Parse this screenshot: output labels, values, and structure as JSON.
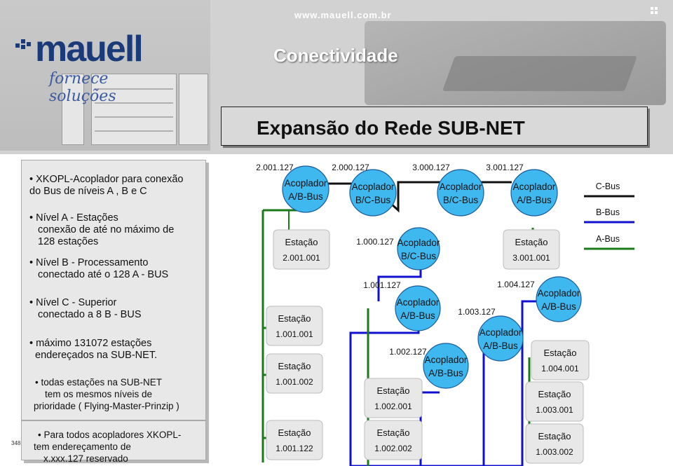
{
  "header": {
    "site": "www.mauell.com.br",
    "brand": "mauell",
    "tagline": "fornece soluções",
    "heading": "Conectividade",
    "title": "Expansão do Rede SUB-NET"
  },
  "bullets": [
    {
      "lines": [
        "XKOPL-Acoplador para conexão",
        "do Bus de níveis A , B  e C"
      ]
    },
    {
      "lines": [
        "Nível A - Estações",
        "conexão  de até no máximo de",
        "128 estações"
      ]
    },
    {
      "lines": [
        "Nível B - Processamento",
        "conectado até o 128 A - BUS"
      ]
    },
    {
      "lines": [
        "Nível C - Superior",
        "conectado a 8 B - BUS"
      ]
    },
    {
      "lines": [
        "máximo 131072 estações",
        "endereçados na SUB-NET."
      ]
    },
    {
      "lines": [
        "todas estações na SUB-NET",
        "tem os mesmos níveis de",
        "prioridade  ( Flying-Master-Prinzip )"
      ]
    },
    {
      "lines": [
        "Para todos acopladores XKOPL-",
        "tem endereçamento de",
        "x.xxx.127 reservado"
      ]
    }
  ],
  "page_number": "348",
  "legend": {
    "c_bus": "C-Bus",
    "b_bus": "B-Bus",
    "a_bus": "A-Bus",
    "colors": {
      "c_bus": "#111111",
      "b_bus": "#1010d0",
      "a_bus": "#1a7a1a"
    }
  },
  "couplers": [
    {
      "id": "c1",
      "addr": "2.001.127",
      "line1": "Acoplador",
      "line2": "A/B-Bus"
    },
    {
      "id": "c2",
      "addr": "2.000.127",
      "line1": "Acoplador",
      "line2": "B/C-Bus"
    },
    {
      "id": "c3",
      "addr": "3.000.127",
      "line1": "Acoplador",
      "line2": "B/C-Bus"
    },
    {
      "id": "c4",
      "addr": "3.001.127",
      "line1": "Acoplador",
      "line2": "A/B-Bus"
    },
    {
      "id": "c5",
      "addr": "1.000.127",
      "line1": "Acoplador",
      "line2": "B/C-Bus"
    },
    {
      "id": "c6",
      "addr": "1.001.127",
      "line1": "Acoplador",
      "line2": "A/B-Bus"
    },
    {
      "id": "c7",
      "addr": "1.004.127",
      "line1": "Acoplador",
      "line2": "A/B-Bus"
    },
    {
      "id": "c8",
      "addr": "1.003.127",
      "line1": "Acoplador",
      "line2": "A/B-Bus"
    },
    {
      "id": "c9",
      "addr": "1.002.127",
      "line1": "Acoplador",
      "line2": "A/B-Bus"
    }
  ],
  "stations": [
    {
      "id": "s1",
      "label": "Estação",
      "addr": "2.001.001"
    },
    {
      "id": "s2",
      "label": "Estação",
      "addr": "3.001.001"
    },
    {
      "id": "s3",
      "label": "Estação",
      "addr": "1.001.001"
    },
    {
      "id": "s4",
      "label": "Estação",
      "addr": "1.001.002"
    },
    {
      "id": "s5",
      "label": "Estação",
      "addr": "1.001.122"
    },
    {
      "id": "s6",
      "label": "Estação",
      "addr": "1.002.001"
    },
    {
      "id": "s7",
      "label": "Estação",
      "addr": "1.002.002"
    },
    {
      "id": "s8",
      "label": "Estação",
      "addr": "1.004.001"
    },
    {
      "id": "s9",
      "label": "Estação",
      "addr": "1.003.001"
    },
    {
      "id": "s10",
      "label": "Estação",
      "addr": "1.003.002"
    }
  ]
}
